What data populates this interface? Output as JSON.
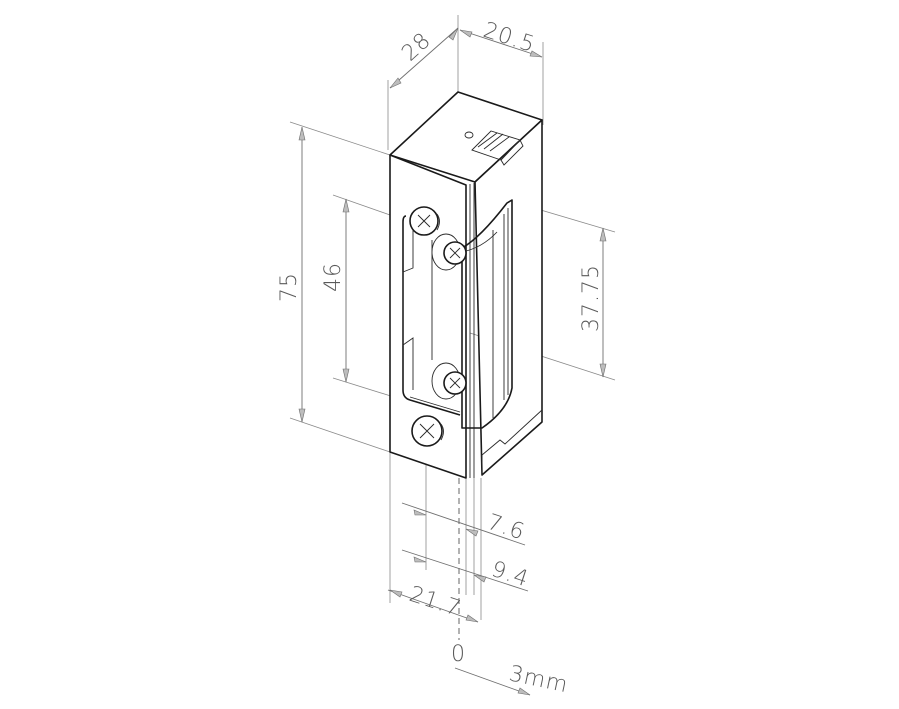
{
  "drawing": {
    "subject": "electric door strike, isometric view",
    "line_color": "#1a1a1a",
    "dimension_color": "#6f6f6f",
    "background": "#ffffff"
  },
  "dimensions": {
    "depth": "28",
    "width_top": "20.5",
    "height_total": "75",
    "screw_spacing": "46",
    "latch_height": "37.75",
    "offset_1": "7.6",
    "offset_2": "9.4",
    "faceplate_width": "21.7",
    "zero_ref": "0",
    "adjust_range": "3mm"
  }
}
